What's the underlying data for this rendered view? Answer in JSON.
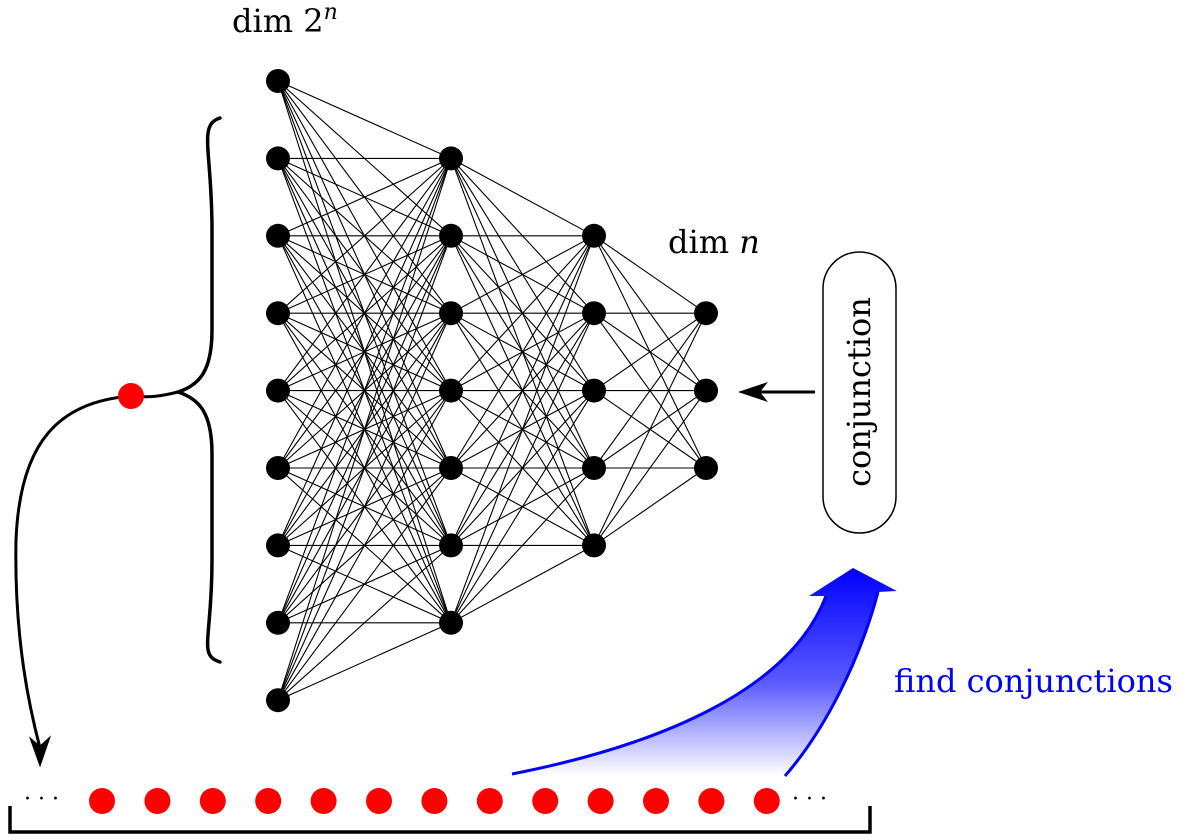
{
  "labels": {
    "top_prefix": "dim 2",
    "top_exp": "n",
    "right_prefix": "dim ",
    "right_var": "n",
    "box_text": "conjunction",
    "find_text": "find conjunctions",
    "dots_left": "· · ·",
    "dots_right": "· · ·"
  },
  "colors": {
    "node": "#000000",
    "sample": "#ff0000",
    "arrow_blue": "#0000ff",
    "edge": "#000000"
  },
  "network": {
    "layers": [
      9,
      7,
      5,
      3
    ],
    "connectivity": "fully-connected"
  },
  "samples": {
    "count": 13
  }
}
